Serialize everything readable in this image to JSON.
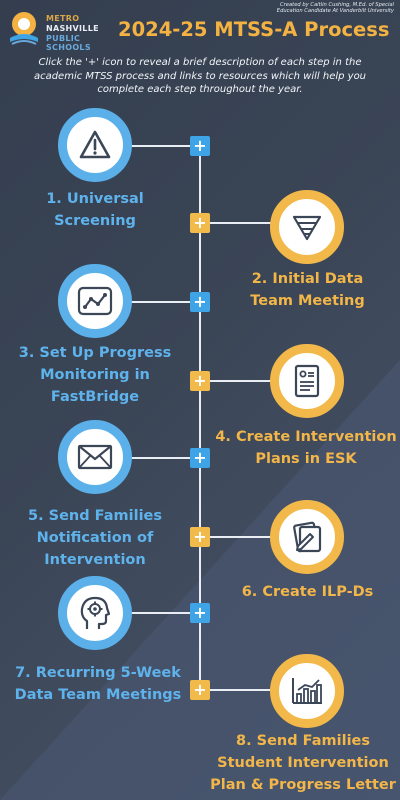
{
  "credit": {
    "line1": "Created by Caitlin Cushing, M.Ed. of Special",
    "line2": "Education Candidate At Vanderbilt University"
  },
  "logo": {
    "line1": "METRO",
    "line2": "NASHVILLE",
    "line3": "PUBLIC SCHOOLS"
  },
  "title": "2024-25 MTSS-A Process",
  "intro": "Click the '+' icon to reveal a brief description of each step in the academic MTSS process and links to resources which will help you complete each step throughout the year.",
  "plus_symbol": "+",
  "colors": {
    "blue": "#5bb0ea",
    "gold": "#f2b94a",
    "background": "#3a4556"
  },
  "steps": [
    {
      "number": "1",
      "label_lines": [
        "1. Universal",
        "Screening"
      ],
      "icon": "warning-icon",
      "color": "blue"
    },
    {
      "number": "2",
      "label_lines": [
        "2. Initial Data",
        "Team Meeting"
      ],
      "icon": "funnel-icon",
      "color": "gold"
    },
    {
      "number": "3",
      "label_lines": [
        "3. Set Up Progress",
        "Monitoring in",
        "FastBridge"
      ],
      "icon": "line-graph-icon",
      "color": "blue"
    },
    {
      "number": "4",
      "label_lines": [
        "4. Create Intervention",
        "Plans in ESK"
      ],
      "icon": "document-icon",
      "color": "gold"
    },
    {
      "number": "5",
      "label_lines": [
        "5. Send Families",
        "Notification of",
        "Intervention"
      ],
      "icon": "envelope-icon",
      "color": "blue"
    },
    {
      "number": "6",
      "label_lines": [
        "6. Create ILP-Ds"
      ],
      "icon": "notepad-pencil-icon",
      "color": "gold"
    },
    {
      "number": "7",
      "label_lines": [
        "7. Recurring 5-Week",
        "Data Team Meetings"
      ],
      "icon": "head-gear-icon",
      "color": "blue"
    },
    {
      "number": "8",
      "label_lines": [
        "8. Send Families",
        "Student Intervention",
        "Plan & Progress Letter"
      ],
      "icon": "bar-chart-icon",
      "color": "gold"
    }
  ]
}
